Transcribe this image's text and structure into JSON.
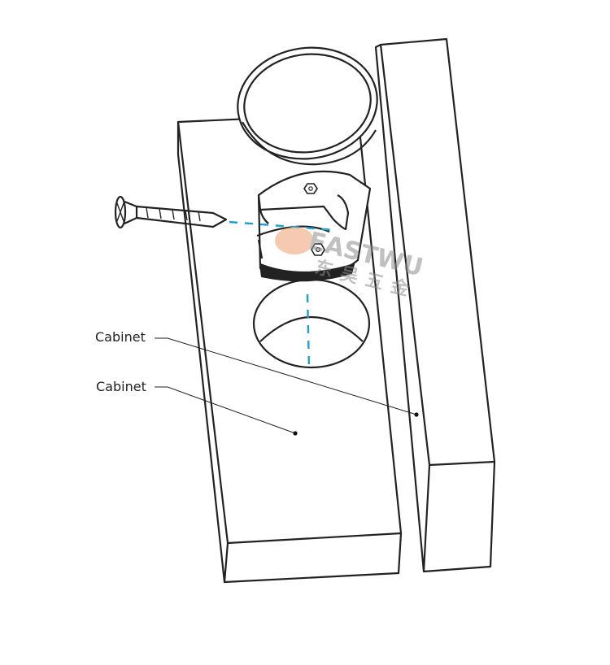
{
  "callouts": [
    {
      "label": "Cabinet"
    },
    {
      "label": "Cabinet"
    }
  ],
  "watermark": {
    "brand": "EASTWU",
    "chinese": "东吴五金",
    "color": "#9a9a9a",
    "accent": "#f0a070"
  },
  "colors": {
    "line": "#222222",
    "axis": "#1e9fd0"
  }
}
